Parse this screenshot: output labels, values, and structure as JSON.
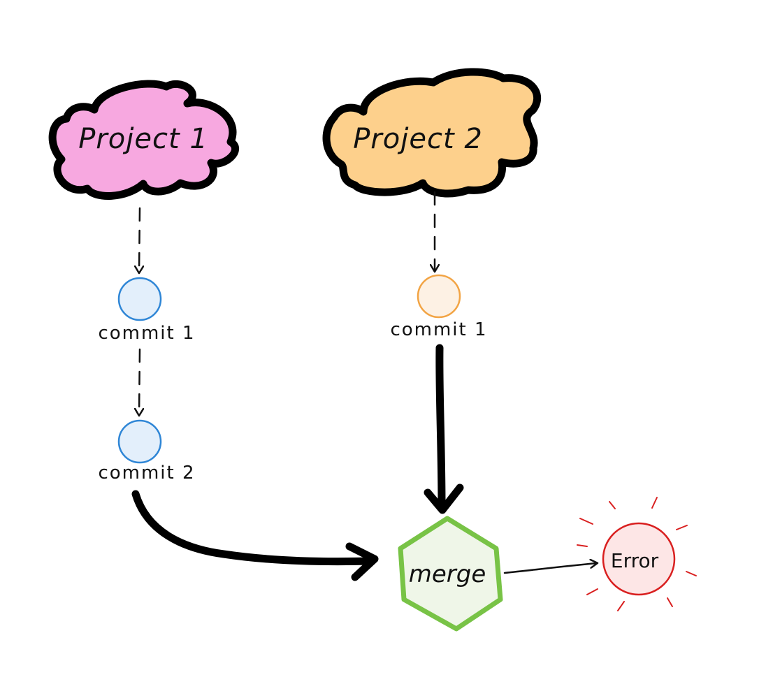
{
  "projects": [
    {
      "label": "Project 1",
      "fill": "#f7a8e0"
    },
    {
      "label": "Project 2",
      "fill": "#fdd08c"
    }
  ],
  "project1_commits": [
    {
      "label": "commit 1",
      "fill": "#e3effb",
      "stroke": "#2f86d6"
    },
    {
      "label": "commit 2",
      "fill": "#e3effb",
      "stroke": "#2f86d6"
    }
  ],
  "project2_commits": [
    {
      "label": "commit 1",
      "fill": "#fdf1e4",
      "stroke": "#f2a444"
    }
  ],
  "merge": {
    "label": "merge",
    "fill": "#eff6e8",
    "stroke": "#78c346"
  },
  "error": {
    "label": "Error",
    "fill": "#fde6e6",
    "stroke": "#d92020"
  }
}
